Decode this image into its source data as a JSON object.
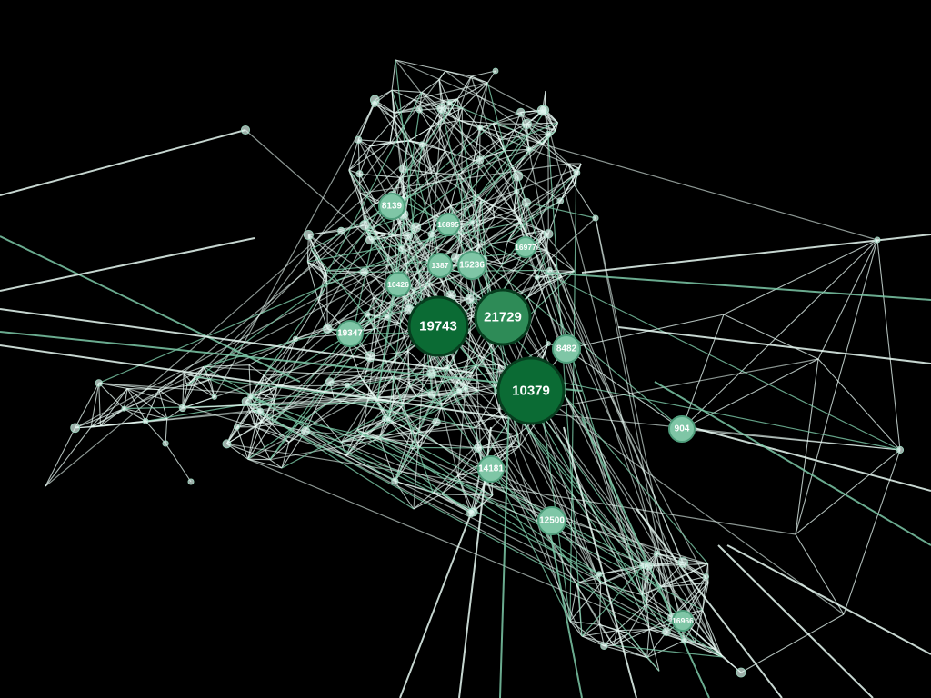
{
  "colors": {
    "background": "#000000",
    "edge": "#e9fbf5",
    "edge_green": "#7cc9a8",
    "node_dark": "#0b6b34",
    "node_mid": "#2e8b57",
    "node_light": "#7fc6a6",
    "node_tiny": "#dff7ef"
  },
  "nodes": [
    {
      "label": "19743",
      "tier": 1
    },
    {
      "label": "21729",
      "tier": 1
    },
    {
      "label": "10379",
      "tier": 1
    },
    {
      "label": "8139",
      "tier": 3
    },
    {
      "label": "16895",
      "tier": 3
    },
    {
      "label": "1387",
      "tier": 3
    },
    {
      "label": "15236",
      "tier": 3
    },
    {
      "label": "16977",
      "tier": 3
    },
    {
      "label": "10426",
      "tier": 3
    },
    {
      "label": "19347",
      "tier": 3
    },
    {
      "label": "8482",
      "tier": 3
    },
    {
      "label": "904",
      "tier": 3
    },
    {
      "label": "14181",
      "tier": 3
    },
    {
      "label": "12500",
      "tier": 3
    },
    {
      "label": "16966",
      "tier": 3
    }
  ]
}
